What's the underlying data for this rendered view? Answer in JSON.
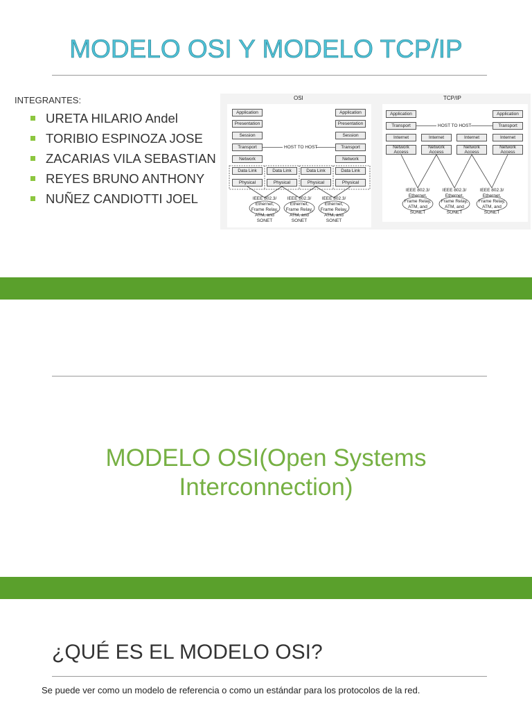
{
  "colors": {
    "accent_green": "#5aa02c",
    "bullet_green": "#8cc63f",
    "title_cyan": "#4fc1d6",
    "subtitle_green": "#76b043"
  },
  "slide1": {
    "title": "MODELO OSI Y MODELO TCP/IP",
    "integrantes_label": "INTEGRANTES:",
    "members": [
      "URETA HILARIO Andel",
      "TORIBIO ESPINOZA JOSE",
      "ZACARIAS VILA SEBASTIAN",
      "REYES BRUNO ANTHONY",
      "NUÑEZ CANDIOTTI JOEL"
    ],
    "diagram": {
      "osi_header": "OSI",
      "tcpip_header": "TCP/IP",
      "osi_layers": [
        "Application",
        "Presentation",
        "Session",
        "Transport",
        "Network"
      ],
      "data_link": "Data Link",
      "physical": "Physical",
      "host_to_host": "HOST TO HOST",
      "tcp_layers": [
        "Application",
        "Transport"
      ],
      "internet": "Internet",
      "network_access": "Network Access",
      "media_lines": [
        "IEEE 802.3/",
        "Ethernet,",
        "Frame Relay,",
        "ATM, and",
        "SONET"
      ]
    }
  },
  "slide2": {
    "title_line1": "MODELO OSI(Open Systems",
    "title_line2": "Interconnection)"
  },
  "slide3": {
    "title": "¿QUÉ ES EL MODELO OSI?",
    "body": "Se puede ver como un modelo de referencia o como un estándar para los protocolos de la red."
  }
}
